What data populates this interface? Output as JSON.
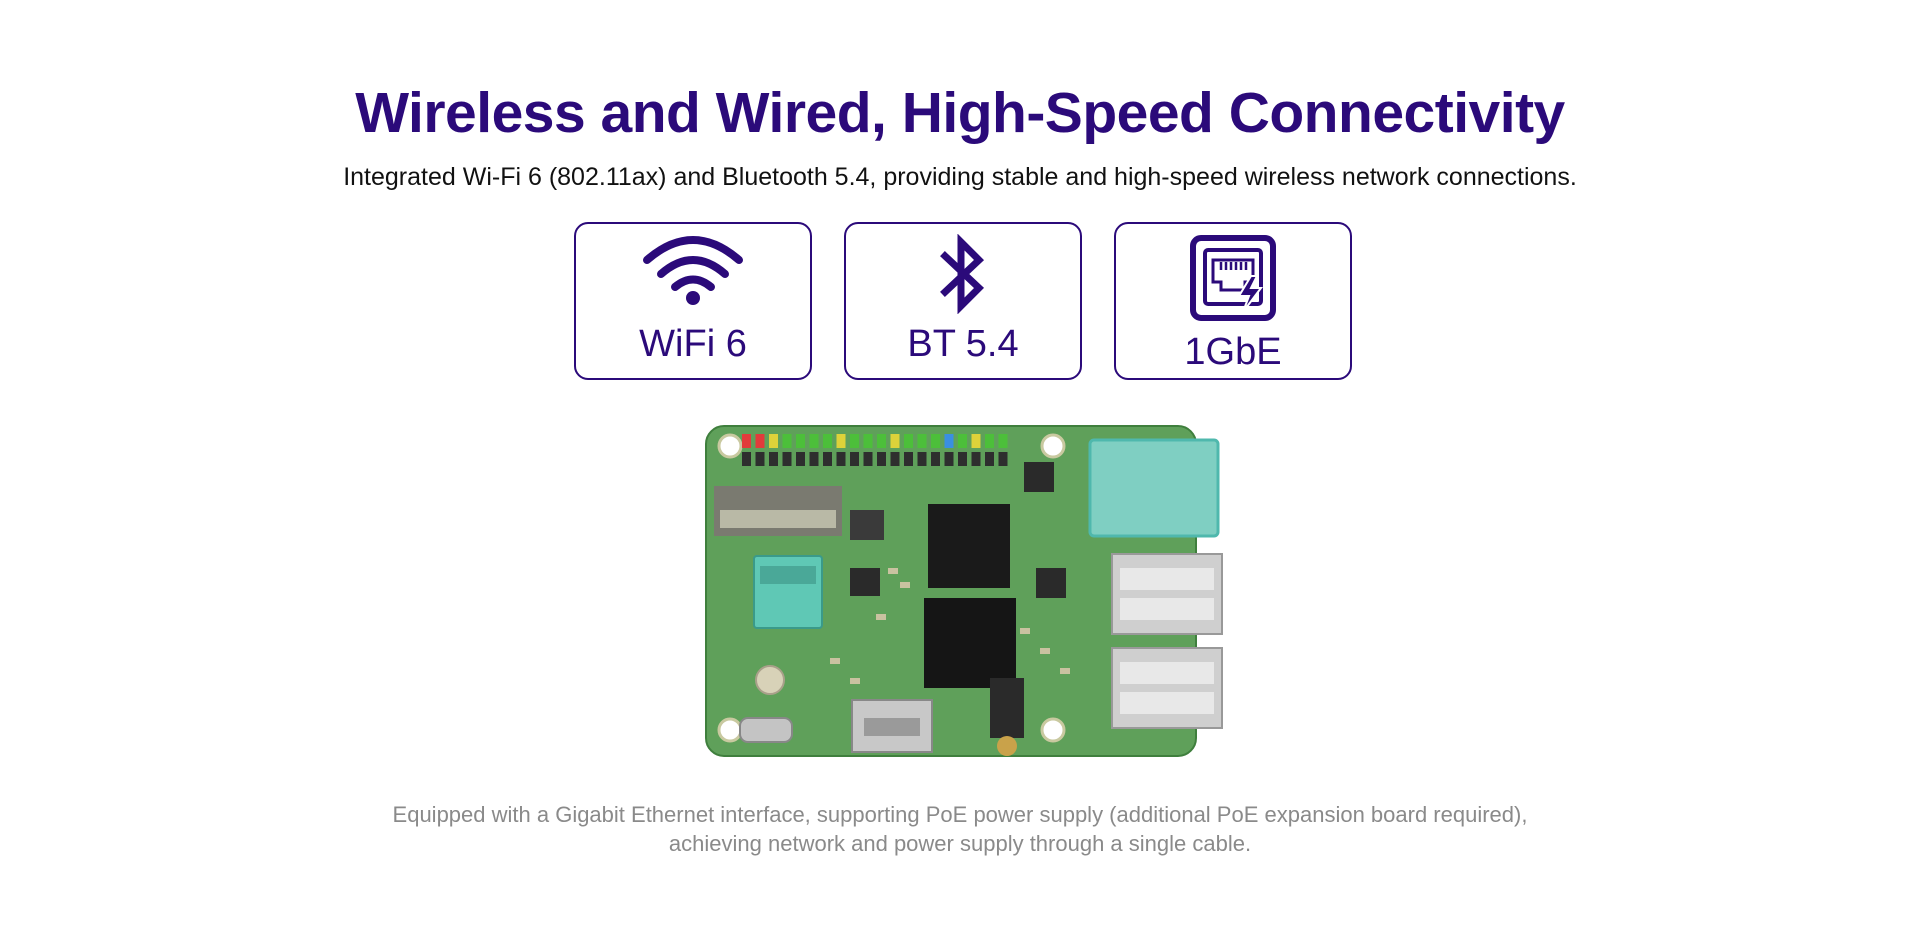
{
  "header": {
    "title": "Wireless and Wired, High-Speed Connectivity",
    "subtitle": "Integrated Wi-Fi 6 (802.11ax) and Bluetooth 5.4, providing stable and high-speed wireless network connections."
  },
  "badges": [
    {
      "icon": "wifi-icon",
      "label": "WiFi 6"
    },
    {
      "icon": "bluetooth-icon",
      "label": "BT 5.4"
    },
    {
      "icon": "ethernet-icon",
      "label": "1GbE"
    }
  ],
  "board_image": {
    "alt": "Single-board computer"
  },
  "footnote": "Equipped with a Gigabit Ethernet interface, supporting PoE power supply (additional PoE expansion board required), achieving network and power supply through a single cable.",
  "colors": {
    "accent": "#2b0a7a",
    "body_text": "#111111",
    "muted_text": "#8a8a8a",
    "pcb_green": "#5fa05a"
  }
}
